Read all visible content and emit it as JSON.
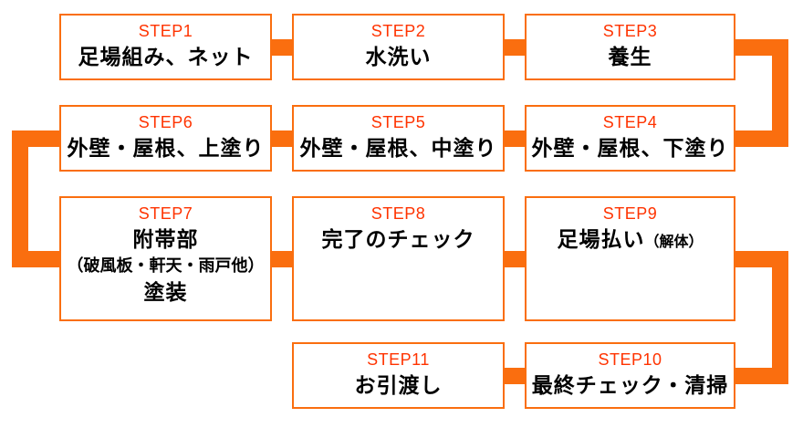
{
  "diagram_title": "painting-process-flow",
  "colors": {
    "accent_orange": "#fa6e0f",
    "step_label_red": "#ff3300",
    "text_black": "#000000",
    "background": "#ffffff"
  },
  "steps": [
    {
      "label": "STEP1",
      "title": "足場組み、ネット"
    },
    {
      "label": "STEP2",
      "title": "水洗い"
    },
    {
      "label": "STEP3",
      "title": "養生"
    },
    {
      "label": "STEP4",
      "title": "外壁・屋根、下塗り"
    },
    {
      "label": "STEP5",
      "title": "外壁・屋根、中塗り"
    },
    {
      "label": "STEP6",
      "title": "外壁・屋根、上塗り"
    },
    {
      "label": "STEP7",
      "title_lines": [
        "附帯部",
        "（破風板・軒天・雨戸他）",
        "塗装"
      ]
    },
    {
      "label": "STEP8",
      "title": "完了のチェック"
    },
    {
      "label": "STEP9",
      "title": "足場払い",
      "title_small": "（解体）"
    },
    {
      "label": "STEP10",
      "title": "最終チェック・清掃"
    },
    {
      "label": "STEP11",
      "title": "お引渡し"
    }
  ]
}
